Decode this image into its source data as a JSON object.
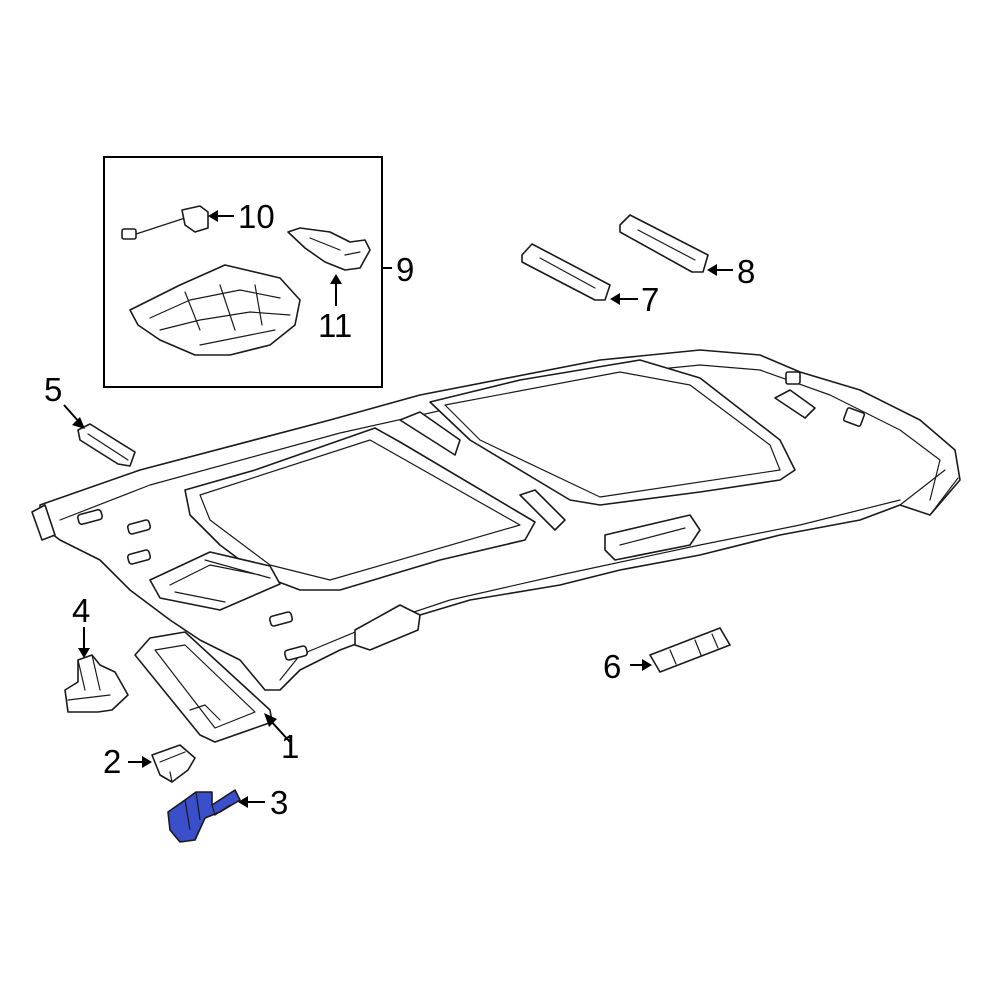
{
  "diagram": {
    "highlight_color": "#3a4fc9",
    "highlighted_part": "3",
    "callouts": {
      "c1": "1",
      "c2": "2",
      "c3": "3",
      "c4": "4",
      "c5": "5",
      "c6": "6",
      "c7": "7",
      "c8": "8",
      "c9": "9",
      "c10": "10",
      "c11": "11"
    }
  }
}
